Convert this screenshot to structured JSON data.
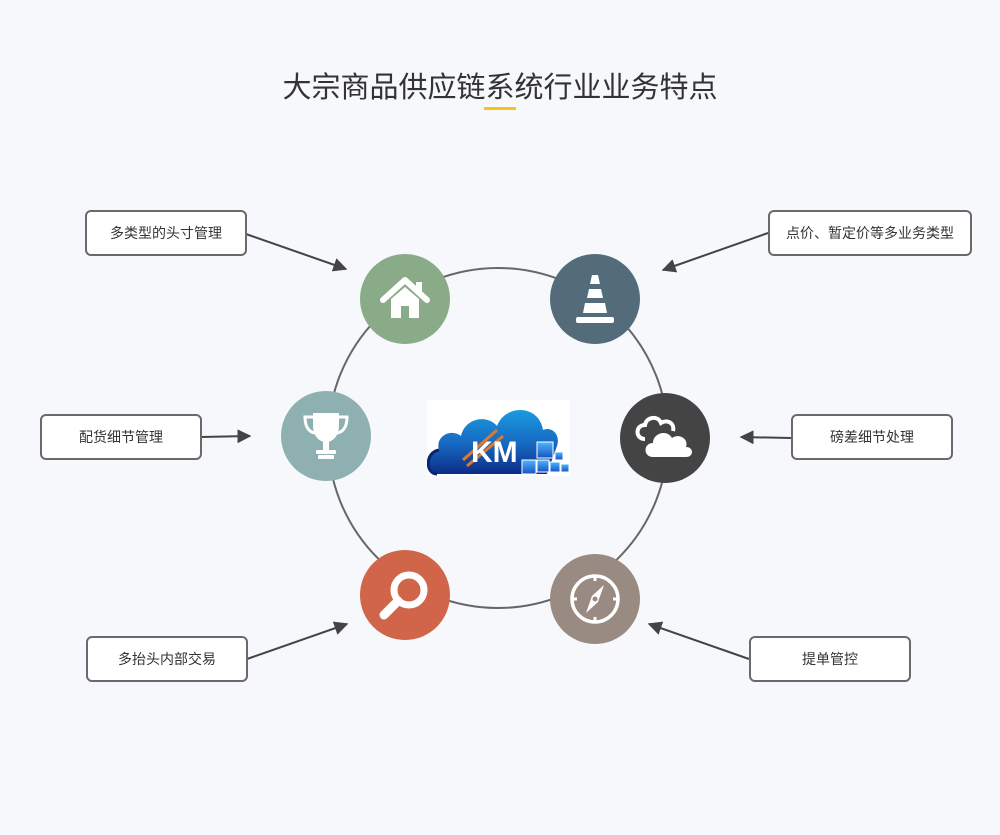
{
  "title": "大宗商品供应链系统行业业务特点",
  "features": [
    {
      "label": "多类型的头寸管理",
      "icon": "house-icon",
      "color": "#8aab88"
    },
    {
      "label": "点价、暂定价等多业务类型",
      "icon": "traffic-cone-icon",
      "color": "#546b7a"
    },
    {
      "label": "配货细节管理",
      "icon": "trophy-icon",
      "color": "#8fb0b0"
    },
    {
      "label": "磅差细节处理",
      "icon": "cloud-icon",
      "color": "#444444"
    },
    {
      "label": "多抬头内部交易",
      "icon": "magnifier-icon",
      "color": "#d0654a"
    },
    {
      "label": "提单管控",
      "icon": "compass-icon",
      "color": "#9a8b82"
    }
  ],
  "logo": {
    "icon": "km-cloud-logo",
    "text": "KM"
  }
}
